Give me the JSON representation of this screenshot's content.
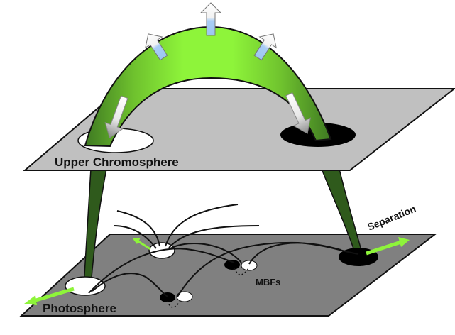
{
  "diagram": {
    "title": "Coronal loop rooted from photosphere to upper chromosphere",
    "layers": {
      "upper": {
        "label": "Upper Chromosphere",
        "fill": "#c0c0c0"
      },
      "lower": {
        "label": "Photosphere",
        "fill": "#808080"
      }
    },
    "annotations": {
      "mbfs": "MBFs",
      "separation": "Separation"
    },
    "colors": {
      "loop_light": "#8ef43a",
      "loop_dark": "#2f5a1c",
      "outflow_arrow": "#a9cdf5",
      "motion_arrow": "#8ef43a",
      "positive_polarity": "#ffffff",
      "negative_polarity": "#000000"
    }
  }
}
